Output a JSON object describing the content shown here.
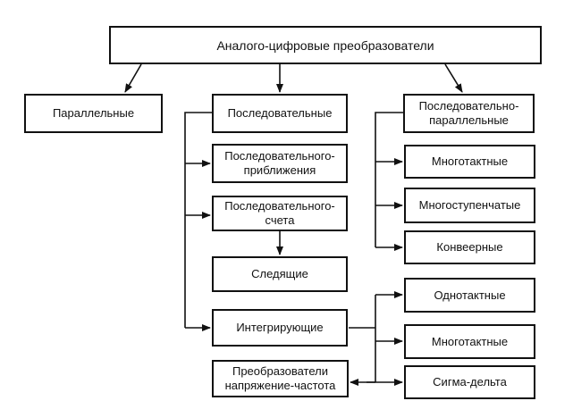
{
  "diagram": {
    "root": "Аналого-цифровые преобразователи",
    "parallel": "Параллельные",
    "sequential": "Последовательные",
    "seq_parallel": "Последовательно-\nпараллельные",
    "successive_approx": "Последовательного-\nприближения",
    "successive_count": "Последовательного-\nсчета",
    "tracking": "Следящие",
    "integrating": "Интегрирующие",
    "vf_converters": "Преобразователи\nнапряжение-частота",
    "multicycle_right": "Многотактные",
    "multistage": "Многоступенчатые",
    "pipeline": "Конвеерные",
    "single_cycle": "Однотактные",
    "multicycle_int": "Многотактные",
    "sigma_delta": "Сигма-дельта"
  },
  "colors": {
    "line": "#111111",
    "box_border": "#111111",
    "background": "#ffffff"
  }
}
